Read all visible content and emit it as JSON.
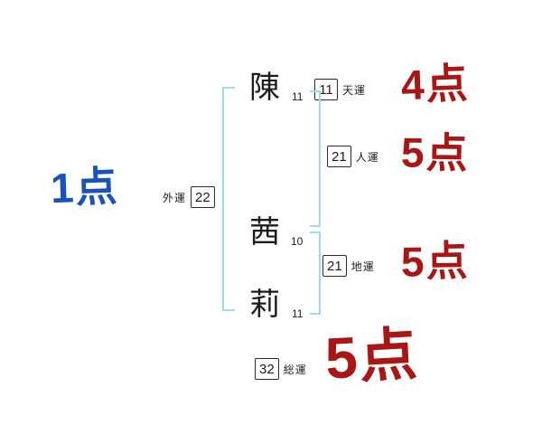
{
  "name": {
    "chars": [
      {
        "char": "陳",
        "strokes": "11"
      },
      {
        "char": "茜",
        "strokes": "10"
      },
      {
        "char": "莉",
        "strokes": "11"
      }
    ]
  },
  "fortunes": {
    "gaiun": {
      "label": "外運",
      "value": "22",
      "score": "1点"
    },
    "tenun": {
      "label": "天運",
      "value": "11",
      "score": "4点"
    },
    "jinun": {
      "label": "人運",
      "value": "21",
      "score": "5点"
    },
    "chiun": {
      "label": "地運",
      "value": "21",
      "score": "5点"
    },
    "souun": {
      "label": "総運",
      "value": "32",
      "score": "5点"
    }
  },
  "colors": {
    "background": "#ffffff",
    "score_blue": "#1a52bc",
    "score_red": "#a81616",
    "bracket": "#a6d6ec"
  }
}
